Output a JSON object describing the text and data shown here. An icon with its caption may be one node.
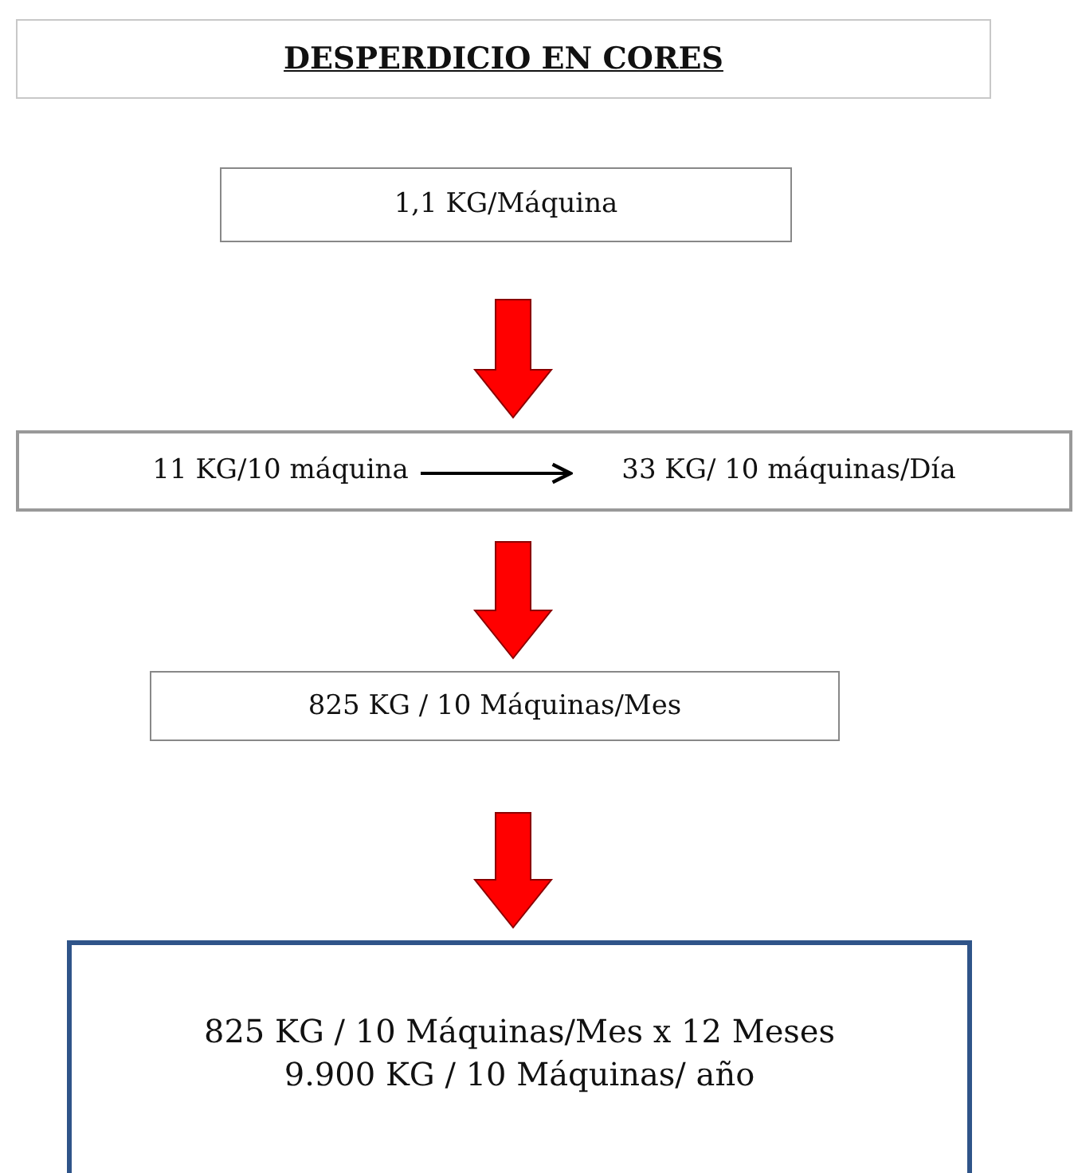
{
  "diagram": {
    "title": "DESPERDICIO EN CORES",
    "nodes": [
      {
        "text": [
          "1,1 KG/Máquina"
        ]
      },
      {
        "text": [],
        "shape": "box"
      },
      {
        "text": [
          "11 KG/10 máquina"
        ],
        "in": 1
      },
      {
        "text": [
          "33 KG/ 10 máquinas/Día"
        ],
        "in": 1
      },
      {
        "text": [
          "825 KG / 10 Máquinas/Mes"
        ]
      },
      {
        "text": [
          "825 KG / 10 Máquinas/Mes x 12 Meses",
          "9.900 KG / 10 Máquinas/ año"
        ]
      }
    ],
    "edges": [
      {
        "from": 0,
        "to": 1,
        "arrow": "to",
        "style": "thick"
      },
      {
        "from": 2,
        "to": 3,
        "arrow": "to",
        "color": "#000000"
      },
      {
        "from": 1,
        "to": 4,
        "arrow": "to",
        "style": "thick"
      },
      {
        "from": 4,
        "to": 5,
        "arrow": "to",
        "style": "thick"
      }
    ]
  }
}
